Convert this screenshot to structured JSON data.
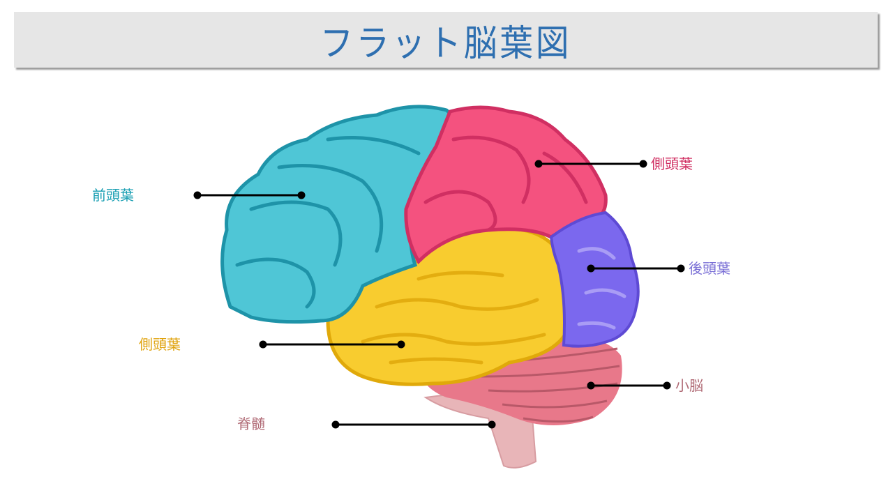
{
  "header": {
    "title": "フラット脳葉図"
  },
  "labels": {
    "frontal": "前頭葉",
    "parietal": "側頭葉",
    "occipital": "後頭葉",
    "temporal": "側頭葉",
    "cerebellum": "小脳",
    "spinal_cord": "脊髄"
  },
  "colors": {
    "title": "#2e6fb0",
    "frontal": "#4fc6d6",
    "parietal": "#f4527f",
    "occipital": "#7b68ee",
    "temporal": "#f8cc2f",
    "cerebellum": "#e8788a",
    "brainstem": "#e8b5b8"
  }
}
